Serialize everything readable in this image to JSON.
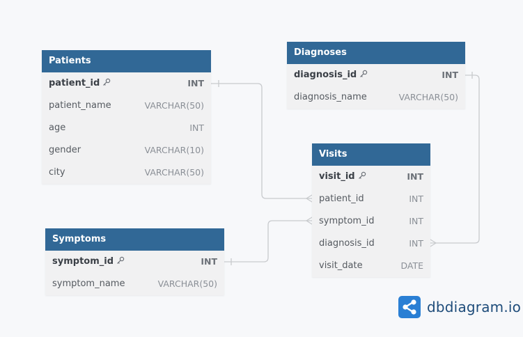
{
  "tables": {
    "patients": {
      "name": "Patients",
      "fields": [
        {
          "name": "patient_id",
          "type": "INT",
          "pk": true
        },
        {
          "name": "patient_name",
          "type": "VARCHAR(50)",
          "pk": false
        },
        {
          "name": "age",
          "type": "INT",
          "pk": false
        },
        {
          "name": "gender",
          "type": "VARCHAR(10)",
          "pk": false
        },
        {
          "name": "city",
          "type": "VARCHAR(50)",
          "pk": false
        }
      ]
    },
    "diagnoses": {
      "name": "Diagnoses",
      "fields": [
        {
          "name": "diagnosis_id",
          "type": "INT",
          "pk": true
        },
        {
          "name": "diagnosis_name",
          "type": "VARCHAR(50)",
          "pk": false
        }
      ]
    },
    "visits": {
      "name": "Visits",
      "fields": [
        {
          "name": "visit_id",
          "type": "INT",
          "pk": true
        },
        {
          "name": "patient_id",
          "type": "INT",
          "pk": false
        },
        {
          "name": "symptom_id",
          "type": "INT",
          "pk": false
        },
        {
          "name": "diagnosis_id",
          "type": "INT",
          "pk": false
        },
        {
          "name": "visit_date",
          "type": "DATE",
          "pk": false
        }
      ]
    },
    "symptoms": {
      "name": "Symptoms",
      "fields": [
        {
          "name": "symptom_id",
          "type": "INT",
          "pk": true
        },
        {
          "name": "symptom_name",
          "type": "VARCHAR(50)",
          "pk": false
        }
      ]
    }
  },
  "relationships": [
    {
      "from": "Patients.patient_id",
      "to": "Visits.patient_id",
      "from_card": "one",
      "to_card": "many"
    },
    {
      "from": "Symptoms.symptom_id",
      "to": "Visits.symptom_id",
      "from_card": "one",
      "to_card": "many"
    },
    {
      "from": "Diagnoses.diagnosis_id",
      "to": "Visits.diagnosis_id",
      "from_card": "one",
      "to_card": "many"
    }
  ],
  "brand": {
    "name": "dbdiagram",
    "suffix": ".io"
  },
  "colors": {
    "header": "#316896",
    "table_body": "#f1f1f2",
    "background": "#f7f8fa",
    "connector": "#c8cacd",
    "brand_blue": "#2a7fd4",
    "brand_text": "#1e4c7a"
  }
}
